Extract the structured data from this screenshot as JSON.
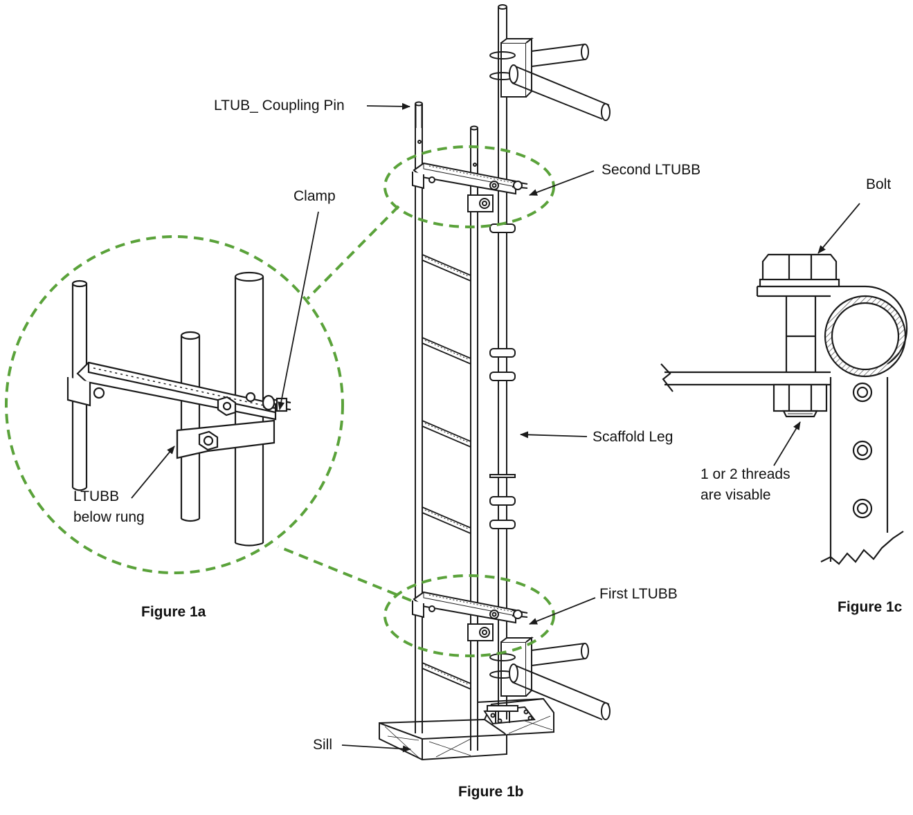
{
  "labels": {
    "coupling_pin": "LTUB_ Coupling Pin",
    "second_ltubb": "Second LTUBB",
    "clamp": "Clamp",
    "bolt": "Bolt",
    "scaffold_leg": "Scaffold Leg",
    "ltubb_below_line1": "LTUBB",
    "ltubb_below_line2": "below rung",
    "threads_line1": "1 or 2 threads",
    "threads_line2": "are visable",
    "first_ltubb": "First LTUBB",
    "sill": "Sill"
  },
  "figures": {
    "fig_1a": "Figure 1a",
    "fig_1b": "Figure 1b",
    "fig_1c": "Figure 1c"
  },
  "colors": {
    "line": "#1a1a1a",
    "highlight_dash": "#5aa23a",
    "background": "#ffffff"
  }
}
